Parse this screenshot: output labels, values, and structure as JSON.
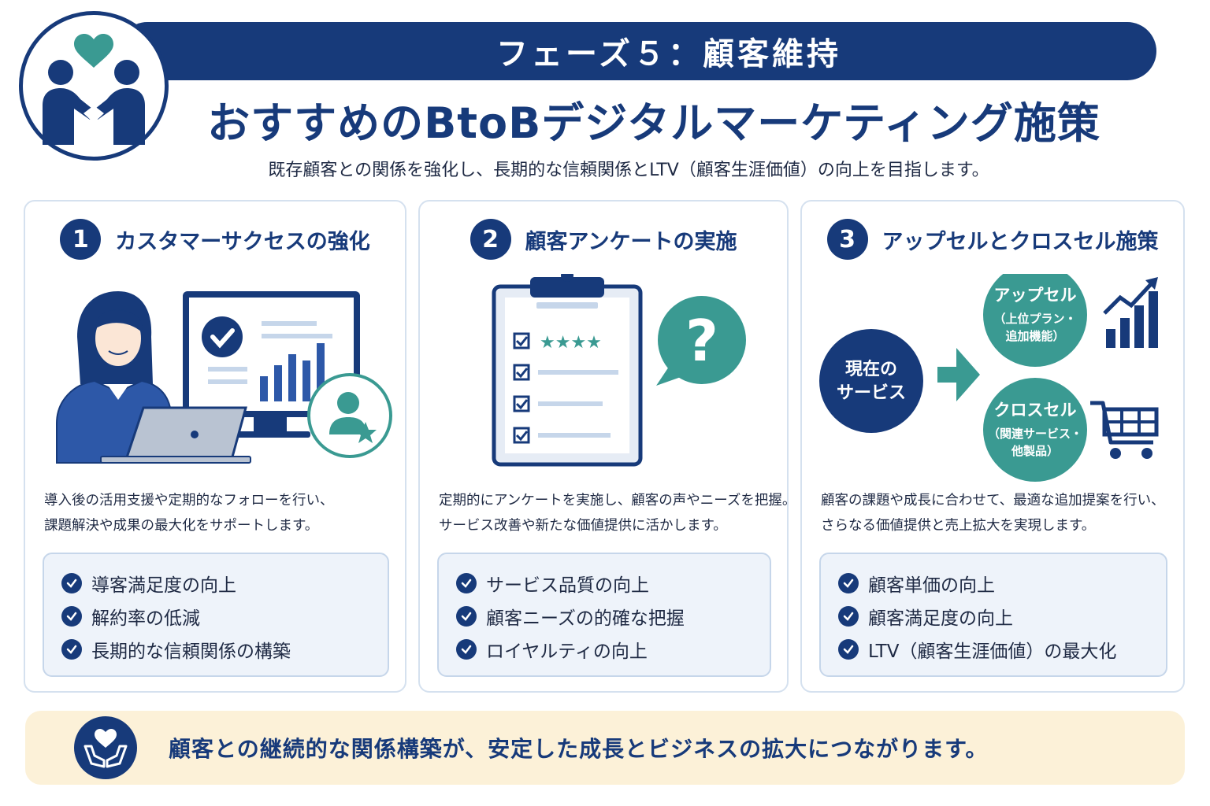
{
  "header": {
    "phase": "フェーズ５：顧客維持",
    "title": "おすすめのBtoBデジタルマーケティング施策",
    "subtitle": "既存顧客との関係を強化し、長期的な信頼関係とLTV（顧客生涯価値）の向上を目指します。"
  },
  "cards": [
    {
      "num": "1",
      "title": "カスタマーサクセスの強化",
      "desc": [
        "導入後の活用支援や定期的なフォローを行い、",
        "課題解決や成果の最大化をサポートします。"
      ],
      "benefits": [
        "導客満足度の向上",
        "解約率の低減",
        "長期的な信頼関係の構築"
      ]
    },
    {
      "num": "2",
      "title": "顧客アンケートの実施",
      "desc": [
        "定期的にアンケートを実施し、顧客の声やニーズを把握。",
        "サービス改善や新たな価値提供に活かします。"
      ],
      "benefits": [
        "サービス品質の向上",
        "顧客ニーズの的確な把握",
        "ロイヤルティの向上"
      ]
    },
    {
      "num": "3",
      "title": "アップセルとクロスセル施策",
      "desc": [
        "顧客の課題や成長に合わせて、最適な追加提案を行い、",
        "さらなる価値提供と売上拡大を実現します。"
      ],
      "benefits": [
        "顧客単価の向上",
        "顧客満足度の向上",
        "LTV（顧客生涯価値）の最大化"
      ],
      "diagram": {
        "current_1": "現在の",
        "current_2": "サービス",
        "upsell_title": "アップセル",
        "upsell_sub_1": "（上位プラン・",
        "upsell_sub_2": "追加機能）",
        "cross_title": "クロスセル",
        "cross_sub_1": "（関連サービス・",
        "cross_sub_2": "他製品）"
      }
    }
  ],
  "footer": {
    "text": "顧客との継続的な関係構築が、安定した成長とビジネスの拡大につながります。"
  },
  "colors": {
    "navy": "#173a7a",
    "teal": "#3a9a92",
    "footer_bg": "#fcf1d8",
    "benefit_bg": "#eef3fa"
  }
}
